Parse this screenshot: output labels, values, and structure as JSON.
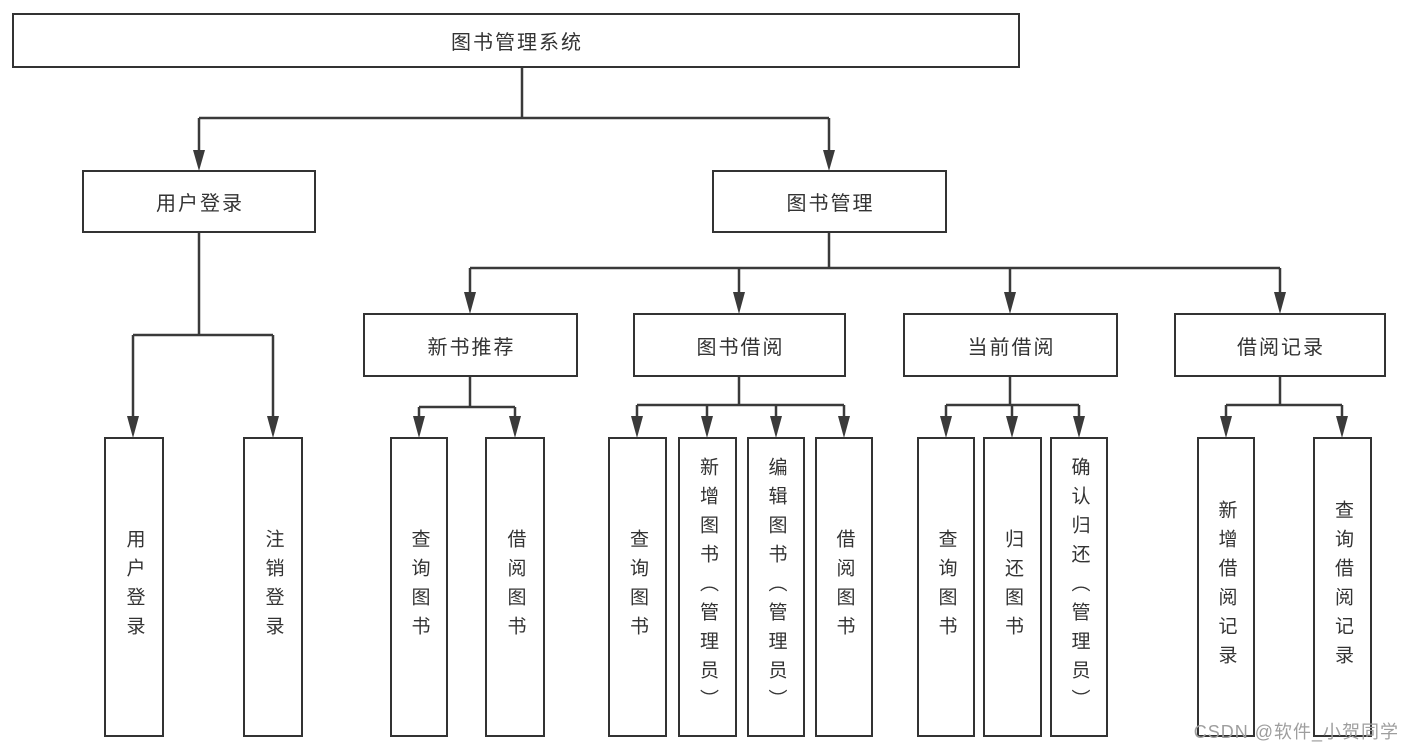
{
  "diagram_type": "hierarchy-tree",
  "colors": {
    "background": "#ffffff",
    "box_border": "#333333",
    "line": "#3a3a3a",
    "text": "#333333",
    "watermark_text": "#9e9e9e"
  },
  "tree": {
    "label": "图书管理系统",
    "children": [
      {
        "label": "用户登录",
        "children": [
          {
            "label": "用户登录"
          },
          {
            "label": "注销登录"
          }
        ]
      },
      {
        "label": "图书管理",
        "children": [
          {
            "label": "新书推荐",
            "children": [
              {
                "label": "查询图书"
              },
              {
                "label": "借阅图书"
              }
            ]
          },
          {
            "label": "图书借阅",
            "children": [
              {
                "label": "查询图书"
              },
              {
                "label": "新增图书（管理员）"
              },
              {
                "label": "编辑图书（管理员）"
              },
              {
                "label": "借阅图书"
              }
            ]
          },
          {
            "label": "当前借阅",
            "children": [
              {
                "label": "查询图书"
              },
              {
                "label": "归还图书"
              },
              {
                "label": "确认归还（管理员）"
              }
            ]
          },
          {
            "label": "借阅记录",
            "children": [
              {
                "label": "新增借阅记录"
              },
              {
                "label": "查询借阅记录"
              }
            ]
          }
        ]
      }
    ]
  },
  "watermark": "CSDN @软件_小贺同学"
}
